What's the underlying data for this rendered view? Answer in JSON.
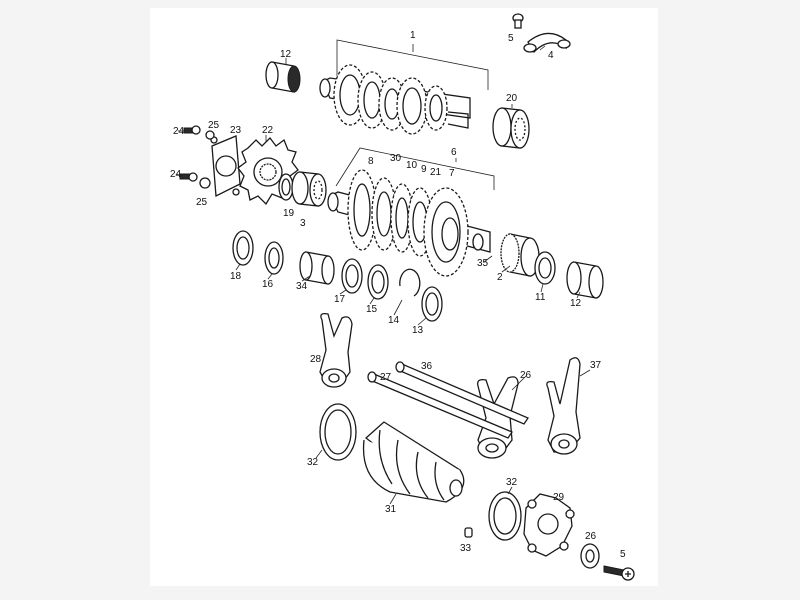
{
  "labels": {
    "l1": "1",
    "l2": "2",
    "l3": "3",
    "l4": "4",
    "l5a": "5",
    "l5b": "5",
    "l6": "6",
    "l7": "7",
    "l8": "8",
    "l9": "9",
    "l10": "10",
    "l11": "11",
    "l12a": "12",
    "l12b": "12",
    "l13": "13",
    "l14": "14",
    "l15": "15",
    "l16": "16",
    "l17": "17",
    "l18": "18",
    "l19": "19",
    "l20": "20",
    "l21": "21",
    "l22": "22",
    "l23": "23",
    "l24a": "24",
    "l24b": "24",
    "l25a": "25",
    "l25b": "25",
    "l26a": "26",
    "l26b": "26",
    "l27": "27",
    "l28": "28",
    "l29": "29",
    "l30": "30",
    "l31": "31",
    "l32a": "32",
    "l32b": "32",
    "l33": "33",
    "l34": "34",
    "l35": "35",
    "l36": "36",
    "l37": "37"
  }
}
